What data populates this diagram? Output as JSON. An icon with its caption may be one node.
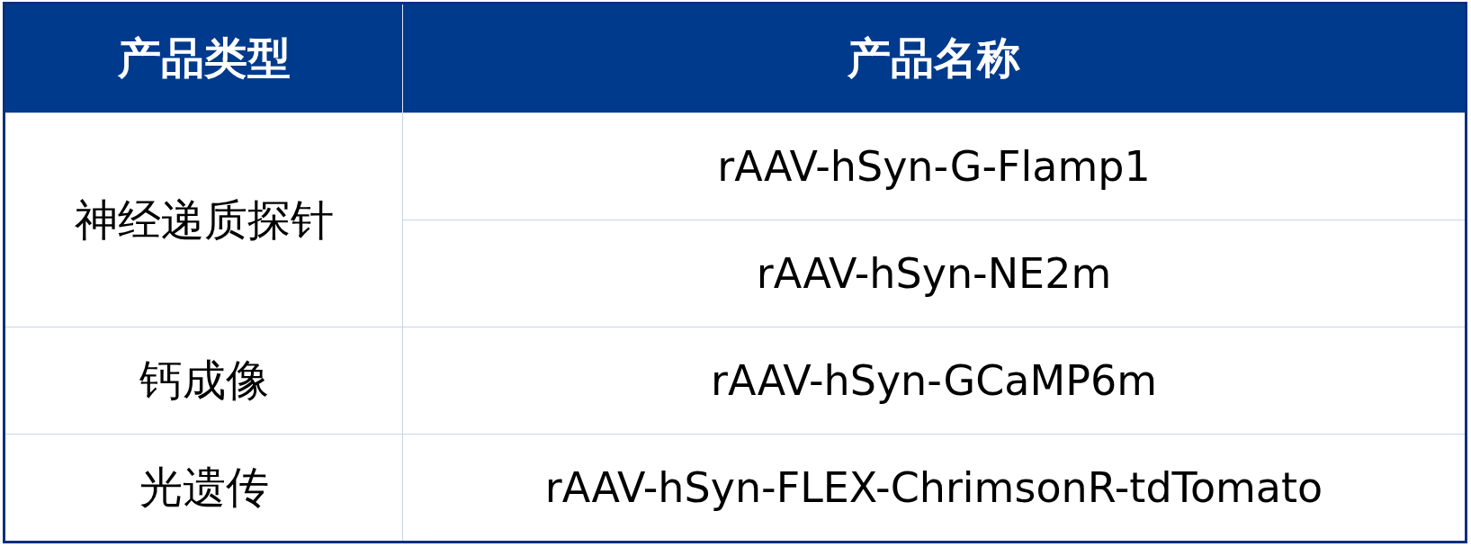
{
  "diagram": {
    "labels": [
      "产品类型",
      "产品名称",
      "神经递质探针",
      "rAAV-hSyn-G-Flamp1",
      "rAAV-hSyn-NE2m",
      "钙成像",
      "rAAV-hSyn-GCaMP6m",
      "光遗传",
      "rAAV-hSyn-FLEX-ChrimsonR-tdTomato"
    ]
  }
}
